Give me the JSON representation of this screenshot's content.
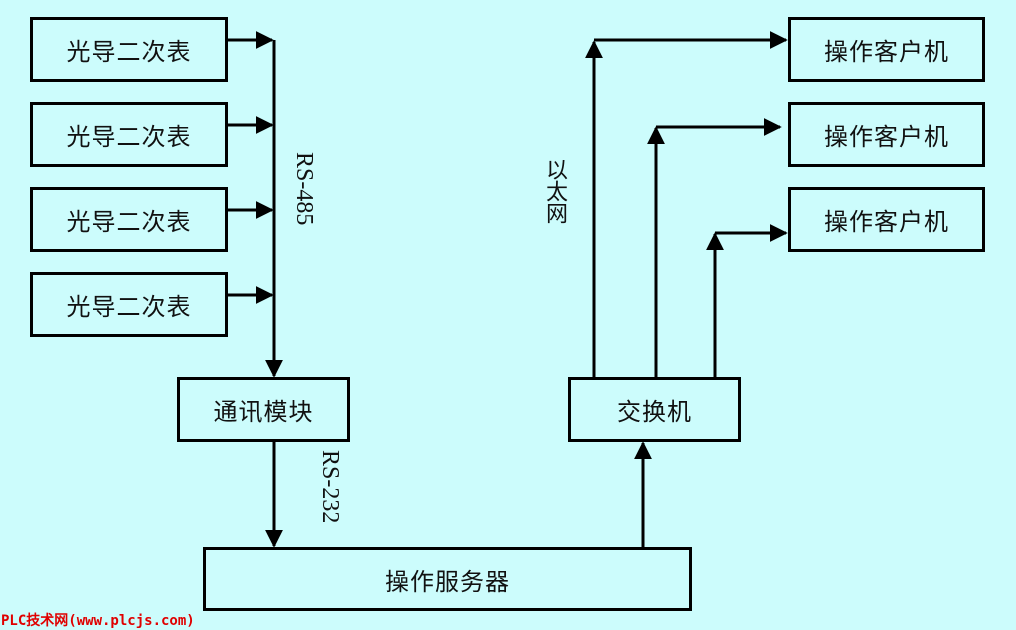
{
  "sensors": [
    {
      "label": "光导二次表"
    },
    {
      "label": "光导二次表"
    },
    {
      "label": "光导二次表"
    },
    {
      "label": "光导二次表"
    }
  ],
  "comm_module": {
    "label": "通讯模块"
  },
  "server": {
    "label": "操作服务器"
  },
  "switch": {
    "label": "交换机"
  },
  "clients": [
    {
      "label": "操作客户机"
    },
    {
      "label": "操作客户机"
    },
    {
      "label": "操作客户机"
    }
  ],
  "links": {
    "rs485": "RS-485",
    "rs232": "RS-232",
    "ethernet": "以太网"
  },
  "watermark": "PLC技术网(www.plcjs.com)",
  "colors": {
    "background": "#ccfcfc",
    "line": "#000000",
    "watermark": "#e00000"
  }
}
